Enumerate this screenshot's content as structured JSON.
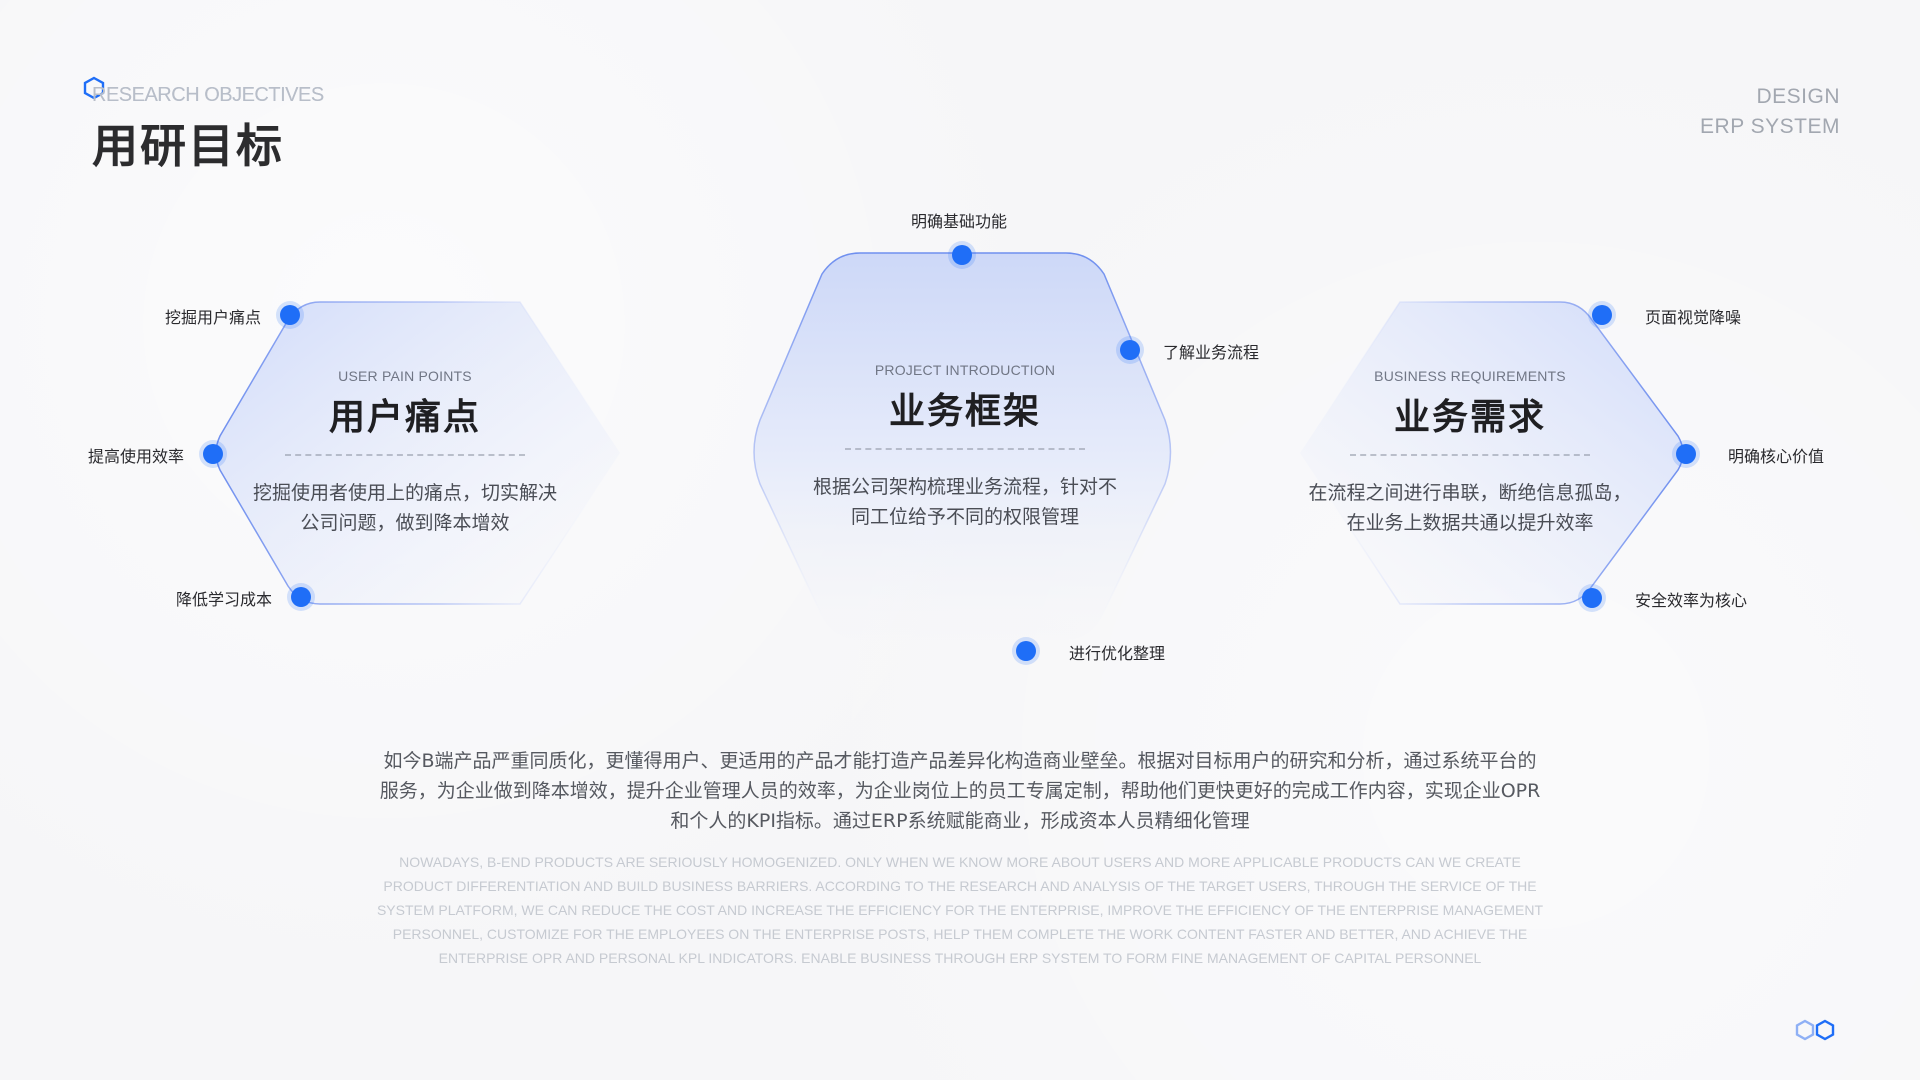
{
  "header": {
    "kicker": "RESEARCH OBJECTIVES",
    "title": "用研目标",
    "design_tag_line1": "DESIGN",
    "design_tag_line2": "ERP SYSTEM"
  },
  "cards": {
    "left": {
      "subtitle": "USER PAIN POINTS",
      "title": "用户痛点",
      "desc_line1": "挖掘使用者使用上的痛点，切实解决",
      "desc_line2": "公司问题，做到降本增效"
    },
    "center": {
      "subtitle": "PROJECT INTRODUCTION",
      "title": "业务框架",
      "desc_line1": "根据公司架构梳理业务流程，针对不",
      "desc_line2": "同工位给予不同的权限管理"
    },
    "right": {
      "subtitle": "BUSINESS REQUIREMENTS",
      "title": "业务需求",
      "desc_line1": "在流程之间进行串联，断绝信息孤岛，",
      "desc_line2": "在业务上数据共通以提升效率"
    }
  },
  "nodes": {
    "left_top": "挖掘用户痛点",
    "left_mid": "提高使用效率",
    "left_bottom": "降低学习成本",
    "center_top": "明确基础功能",
    "center_right": "了解业务流程",
    "center_bottom": "进行优化整理",
    "right_top": "页面视觉降噪",
    "right_mid": "明确核心价值",
    "right_bottom": "安全效率为核心"
  },
  "body": {
    "cn_line1": "如今B端产品严重同质化，更懂得用户、更适用的产品才能打造产品差异化构造商业壁垒。根据对目标用户的研究和分析，通过系统平台的",
    "cn_line2": "服务，为企业做到降本增效，提升企业管理人员的效率，为企业岗位上的员工专属定制，帮助他们更快更好的完成工作内容，实现企业OPR",
    "cn_line3": "和个人的KPI指标。通过ERP系统赋能商业，形成资本人员精细化管理",
    "en_line1": "NOWADAYS, B-END PRODUCTS ARE SERIOUSLY HOMOGENIZED. ONLY WHEN WE KNOW MORE ABOUT USERS AND MORE APPLICABLE PRODUCTS CAN WE CREATE",
    "en_line2": "PRODUCT DIFFERENTIATION AND BUILD BUSINESS BARRIERS. ACCORDING TO THE RESEARCH AND ANALYSIS OF THE TARGET USERS, THROUGH THE SERVICE OF THE",
    "en_line3": "SYSTEM PLATFORM, WE CAN REDUCE THE COST AND INCREASE THE EFFICIENCY FOR THE ENTERPRISE, IMPROVE THE EFFICIENCY OF THE ENTERPRISE MANAGEMENT",
    "en_line4": "PERSONNEL, CUSTOMIZE FOR THE EMPLOYEES ON THE ENTERPRISE POSTS, HELP THEM COMPLETE THE WORK CONTENT FASTER AND BETTER, AND ACHIEVE THE",
    "en_line5": "ENTERPRISE OPR AND PERSONAL KPL INDICATORS. ENABLE BUSINESS THROUGH ERP SYSTEM TO FORM FINE MANAGEMENT OF CAPITAL PERSONNEL"
  },
  "colors": {
    "accent": "#1f6ef7",
    "hex_fill_top": "#d6dffb",
    "hex_stroke": "#7f9df0"
  },
  "icons": {
    "logo": "hexagon-outline-icon",
    "corner": "double-hexagon-icon",
    "node": "dot-icon"
  }
}
